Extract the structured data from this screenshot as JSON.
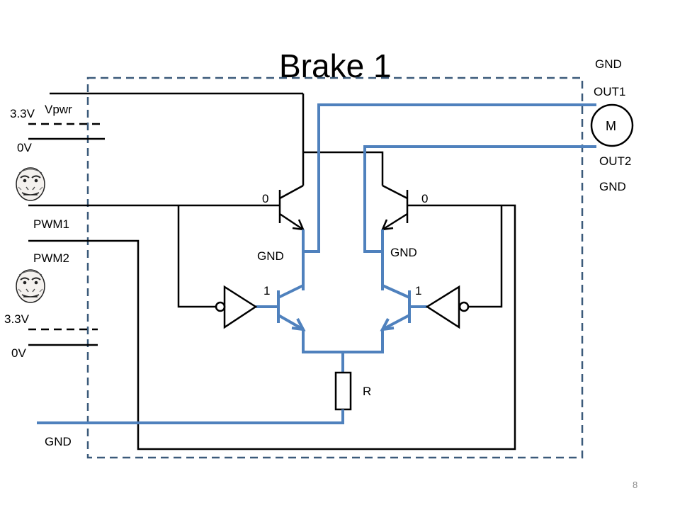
{
  "title": "Brake 1",
  "page_number": "8",
  "labels": {
    "v33_top": "3.3V",
    "vpwr": "Vpwr",
    "v0_top": "0V",
    "pwm1": "PWM1",
    "pwm2": "PWM2",
    "v33_bottom": "3.3V",
    "v0_bottom": "0V",
    "gnd_bottom_left": "GND",
    "gnd_top_right": "GND",
    "out1": "OUT1",
    "motor": "M",
    "out2": "OUT2",
    "gnd_right": "GND",
    "q_upper_left_state": "0",
    "q_upper_right_state": "0",
    "gnd_mid_left": "GND",
    "gnd_mid_right": "GND",
    "q_lower_left_state": "1",
    "q_lower_right_state": "1",
    "resistor": "R"
  },
  "colors": {
    "wire_black": "#000000",
    "wire_blue": "#4f81bd",
    "boundary": "#3b5a7a"
  },
  "icons": [
    "meme-face-icon",
    "meme-face-icon"
  ]
}
